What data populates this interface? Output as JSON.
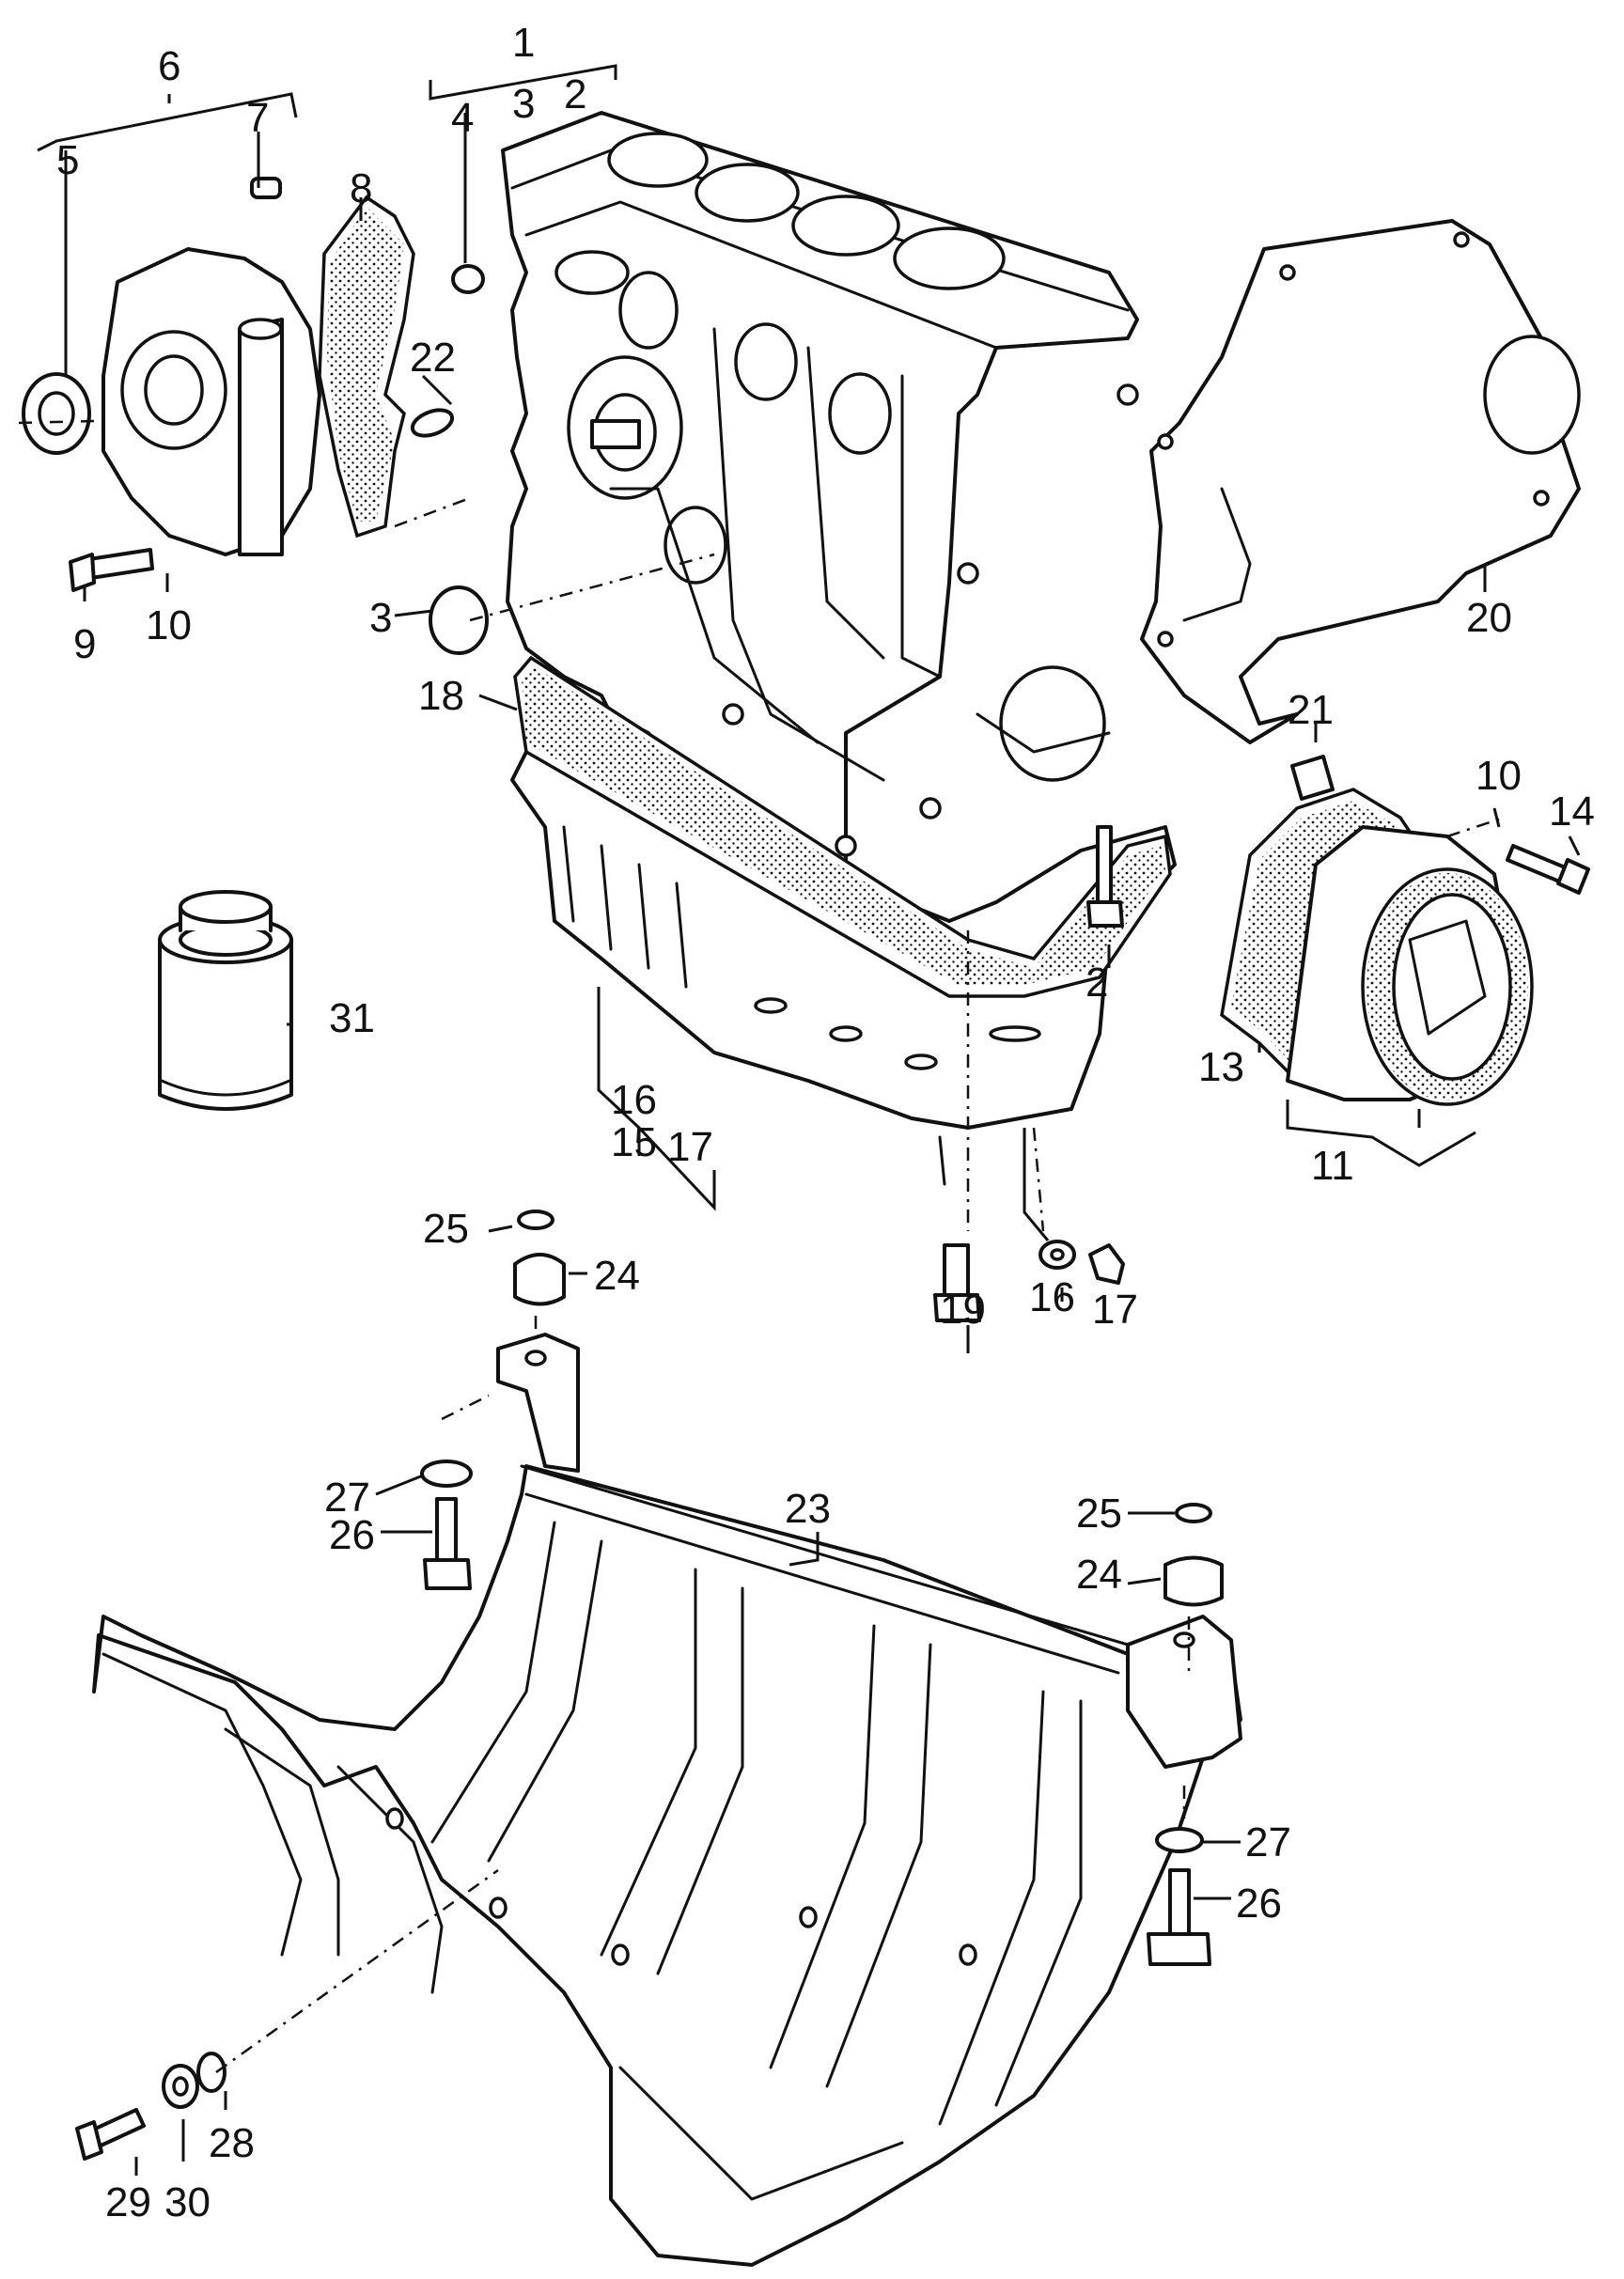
{
  "labels": [
    {
      "text": "1"
    },
    {
      "text": "2"
    },
    {
      "text": "3"
    },
    {
      "text": "4"
    },
    {
      "text": "5"
    },
    {
      "text": "6"
    },
    {
      "text": "7"
    },
    {
      "text": "8"
    },
    {
      "text": "22"
    },
    {
      "text": "3"
    },
    {
      "text": "9"
    },
    {
      "text": "10"
    },
    {
      "text": "18"
    },
    {
      "text": "20"
    },
    {
      "text": "21"
    },
    {
      "text": "10"
    },
    {
      "text": "14"
    },
    {
      "text": "31"
    },
    {
      "text": "2"
    },
    {
      "text": "13"
    },
    {
      "text": "11"
    },
    {
      "text": "16"
    },
    {
      "text": "17"
    },
    {
      "text": "15"
    },
    {
      "text": "25"
    },
    {
      "text": "24"
    },
    {
      "text": "19"
    },
    {
      "text": "16"
    },
    {
      "text": "17"
    },
    {
      "text": "27"
    },
    {
      "text": "26"
    },
    {
      "text": "23"
    },
    {
      "text": "25"
    },
    {
      "text": "24"
    },
    {
      "text": "27"
    },
    {
      "text": "26"
    },
    {
      "text": "28"
    },
    {
      "text": "29"
    },
    {
      "text": "30"
    }
  ]
}
